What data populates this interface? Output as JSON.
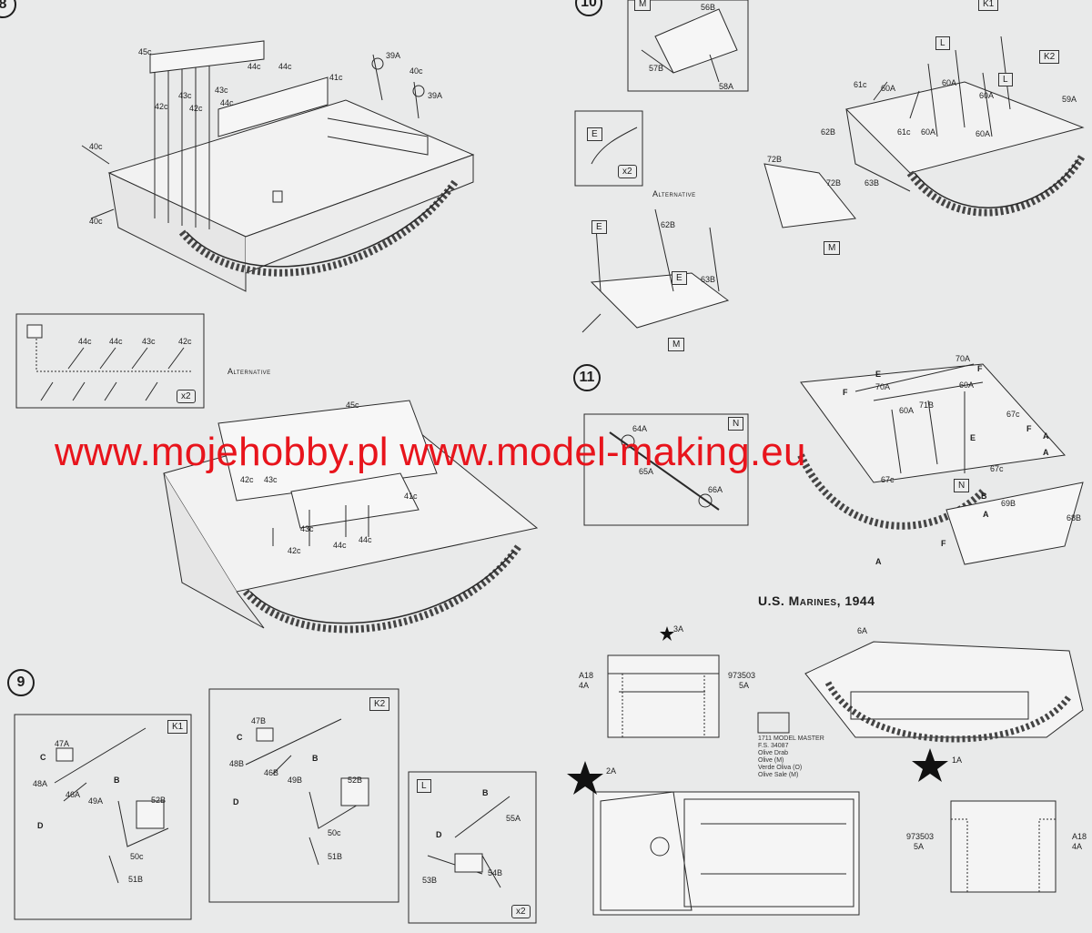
{
  "page": {
    "watermark": "www.mojehobby.pl www.model-making.eu",
    "color_watermark": "#e8141c"
  },
  "step8": {
    "number": "8",
    "parts_top": [
      "45c",
      "39A",
      "40c",
      "44c",
      "44c",
      "41c",
      "39A",
      "43c",
      "43c",
      "44c",
      "42c",
      "42c",
      "40c",
      "40c"
    ],
    "inset": {
      "parts": [
        "44c",
        "44c",
        "43c",
        "42c"
      ],
      "multiplier": "x2"
    },
    "alternative_label": "Alternative",
    "alt_parts": [
      "45c",
      "42c",
      "43c",
      "43c",
      "44c",
      "44c",
      "41c",
      "42c"
    ]
  },
  "step9": {
    "number": "9",
    "k1": {
      "tag": "K1",
      "parts": [
        "47A",
        "46A",
        "48A",
        "49A",
        "52B",
        "50c",
        "51B"
      ],
      "callouts": [
        "C",
        "B",
        "D"
      ]
    },
    "k2": {
      "tag": "K2",
      "parts": [
        "47B",
        "48B",
        "46B",
        "49B",
        "52B",
        "50c",
        "51B"
      ],
      "callouts": [
        "C",
        "B",
        "D"
      ]
    },
    "l": {
      "tag": "L",
      "parts": [
        "55A",
        "53B",
        "54B"
      ],
      "callouts": [
        "B",
        "D"
      ],
      "multiplier": "x2"
    }
  },
  "step10": {
    "number": "10",
    "tags": {
      "m": "M",
      "k1": "K1",
      "k2": "K2",
      "l1": "L",
      "l2": "L",
      "e": "E",
      "e2": "E",
      "e3": "E",
      "m2": "M",
      "m3": "M"
    },
    "parts": [
      "56B",
      "57B",
      "58A",
      "61c",
      "60A",
      "60A",
      "60A",
      "59A",
      "61c",
      "60A",
      "60A",
      "62B",
      "72B",
      "72B",
      "63B",
      "62B",
      "63B"
    ],
    "inset_multiplier": "x2",
    "alternative_label": "Alternative"
  },
  "step11": {
    "number": "11",
    "tag": "N",
    "inset_parts": [
      "64A",
      "65A",
      "66A"
    ],
    "parts": [
      "70A",
      "70A",
      "60A",
      "71B",
      "60A",
      "67c",
      "67c",
      "67c",
      "69B",
      "68B"
    ],
    "callouts": [
      "E",
      "F",
      "F",
      "E",
      "F",
      "A",
      "A",
      "B",
      "A",
      "F",
      "A",
      "N"
    ]
  },
  "markings": {
    "title": "U.S. Marines, 1944",
    "labels": [
      "3A",
      "6A",
      "A18",
      "4A",
      "973503",
      "5A",
      "1A",
      "2A",
      "973503",
      "5A",
      "A18",
      "4A"
    ],
    "paint": [
      "1711 MODEL MASTER",
      "F.S. 34087",
      "Olive Drab",
      "Olive (M)",
      "Verde Oliva (O)",
      "Olive Sale (M)"
    ]
  }
}
